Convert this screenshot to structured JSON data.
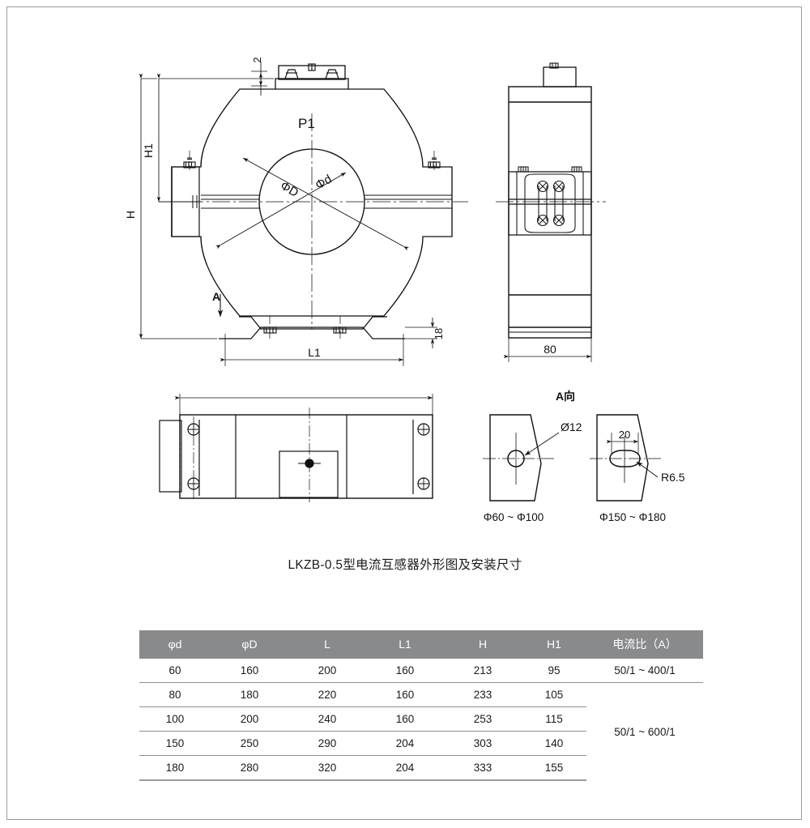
{
  "document": {
    "caption": "LKZB-0.5型电流互感器外形图及安装尺寸",
    "product_code": "LKZB-0.5"
  },
  "front_view": {
    "labels": {
      "p1": "P1",
      "phi_D": "ΦD",
      "phi_d": "Φd",
      "dim_2": "2",
      "dim_H1": "H1",
      "dim_H": "H",
      "dim_L1": "L1",
      "dim_18": "18",
      "section_arrow": "A"
    }
  },
  "side_view": {
    "labels": {
      "dim_80": "80"
    }
  },
  "bottom_view": {
    "labels": {
      "dim_L": ""
    }
  },
  "detail_views": {
    "title": "A向",
    "left": {
      "hole_label": "Ø12",
      "range_label": "Φ60 ~ Φ100"
    },
    "right": {
      "slot_width": "20",
      "radius_label": "R6.5",
      "range_label": "Φ150 ~ Φ180"
    }
  },
  "spec_table": {
    "headers": [
      "φd",
      "φD",
      "L",
      "L1",
      "H",
      "H1",
      "电流比（A）"
    ],
    "rows": [
      {
        "phi_d": "60",
        "phi_D": "160",
        "L": "200",
        "L1": "160",
        "H": "213",
        "H1": "95",
        "ratio": "50/1 ~ 400/1"
      },
      {
        "phi_d": "80",
        "phi_D": "180",
        "L": "220",
        "L1": "160",
        "H": "233",
        "H1": "105",
        "ratio": ""
      },
      {
        "phi_d": "100",
        "phi_D": "200",
        "L": "240",
        "L1": "160",
        "H": "253",
        "H1": "115",
        "ratio": "50/1 ~ 600/1"
      },
      {
        "phi_d": "150",
        "phi_D": "250",
        "L": "290",
        "L1": "204",
        "H": "303",
        "H1": "140",
        "ratio": ""
      },
      {
        "phi_d": "180",
        "phi_D": "280",
        "L": "320",
        "L1": "204",
        "H": "333",
        "H1": "155",
        "ratio": ""
      }
    ]
  },
  "style": {
    "line_color": "#111111",
    "header_bg": "#888a8c",
    "header_fg": "#ffffff",
    "frame_color": "#9a9a9a"
  }
}
